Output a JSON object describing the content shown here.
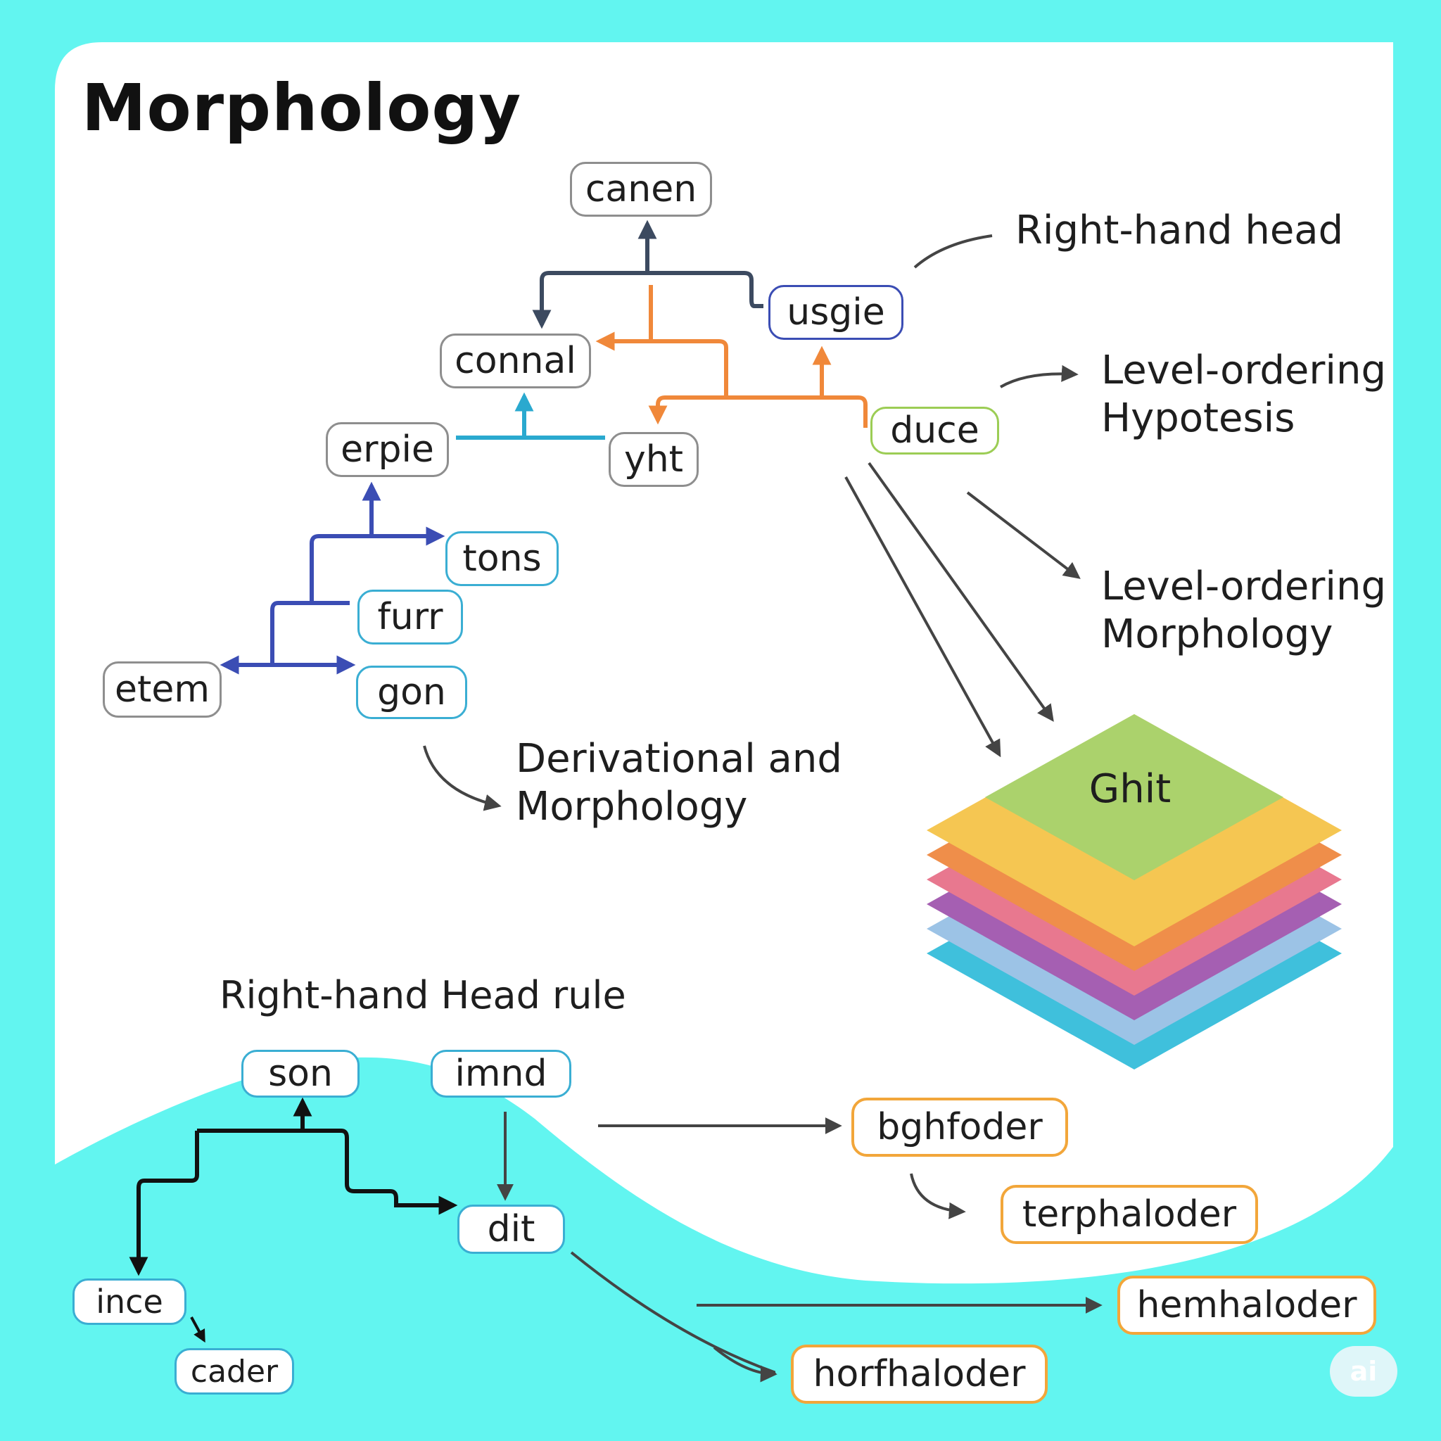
{
  "title": "Morphology",
  "nodes": {
    "canen": "canen",
    "usgie": "usgie",
    "connal": "connal",
    "erpie": "erpie",
    "yht": "yht",
    "duce": "duce",
    "tons": "tons",
    "furr": "furr",
    "etem": "etem",
    "gon": "gon",
    "son": "son",
    "imnd": "imnd",
    "ince": "ince",
    "cader": "cader",
    "dit": "dit",
    "bghfoder": "bghfoder",
    "terphaloder": "terphaloder",
    "hemhaloder": "hemhaloder",
    "horfhaloder": "horfhaloder"
  },
  "labels": {
    "right_hand_head": "Right-hand head",
    "level_ordering_hypotesis_line1": "Level-ordering",
    "level_ordering_hypotesis_line2": "Hypotesis",
    "level_ordering_morphology_line1": "Level-ordering",
    "level_ordering_morphology_line2": "Morphology",
    "derivational_line1": "Derivational and",
    "derivational_line2": "Morphology",
    "right_hand_head_rule": "Right-hand Head rule"
  },
  "stack": {
    "top_label": "Ghit",
    "layer_colors": [
      "#3fc0dc",
      "#9cc3e6",
      "#a55fb2",
      "#e8788f",
      "#ef8e4a",
      "#f5c652",
      "#abd26c"
    ]
  },
  "colors": {
    "page_bg": "#62f5f0",
    "panel_bg": "#ffffff",
    "arrow_slate": "#3c4a60",
    "arrow_orange": "#f0883a",
    "arrow_teal": "#2aa9cf",
    "arrow_navy": "#3b4db4",
    "arrow_gray": "#444444",
    "arrow_black": "#111111"
  },
  "logo": "ai"
}
